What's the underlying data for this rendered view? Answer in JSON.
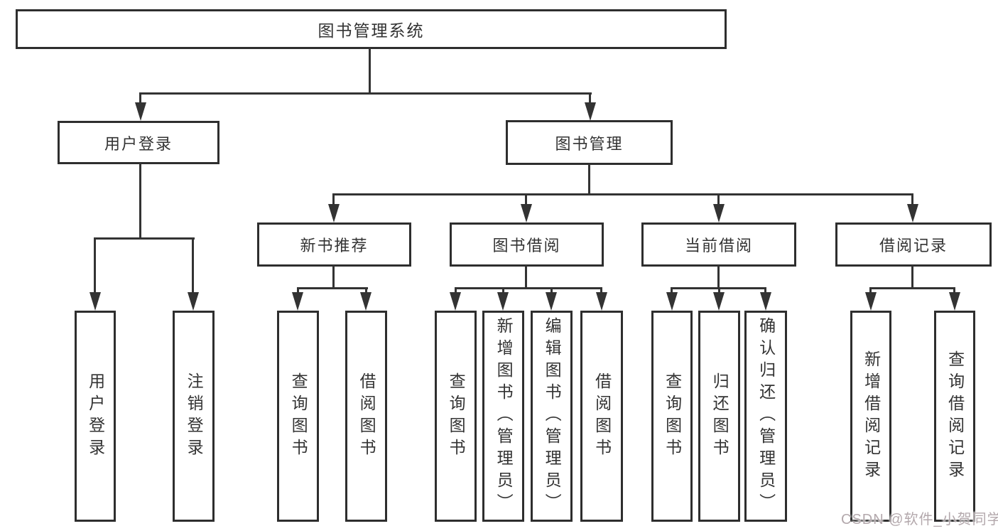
{
  "tree": {
    "root": {
      "label": "图书管理系统"
    },
    "login": {
      "label": "用户登录",
      "children": [
        {
          "label": "用户登录"
        },
        {
          "label": "注销登录"
        }
      ]
    },
    "management": {
      "label": "图书管理",
      "groups": [
        {
          "label": "新书推荐",
          "children": [
            {
              "label": "查询图书"
            },
            {
              "label": "借阅图书"
            }
          ]
        },
        {
          "label": "图书借阅",
          "children": [
            {
              "label": "查询图书"
            },
            {
              "label": "新增图书（管理员）"
            },
            {
              "label": "编辑图书（管理员）"
            },
            {
              "label": "借阅图书"
            }
          ]
        },
        {
          "label": "当前借阅",
          "children": [
            {
              "label": "查询图书"
            },
            {
              "label": "归还图书"
            },
            {
              "label": "确认归还（管理员）"
            }
          ]
        },
        {
          "label": "借阅记录",
          "children": [
            {
              "label": "新增借阅记录"
            },
            {
              "label": "查询借阅记录"
            }
          ]
        }
      ]
    }
  },
  "watermark": {
    "text": "CSDN @软件_小贺同学"
  },
  "colors": {
    "line": "#333333",
    "box_border": "#2e2e2e",
    "text": "#333333",
    "background": "#ffffff",
    "watermark": "#b3a8ac"
  }
}
